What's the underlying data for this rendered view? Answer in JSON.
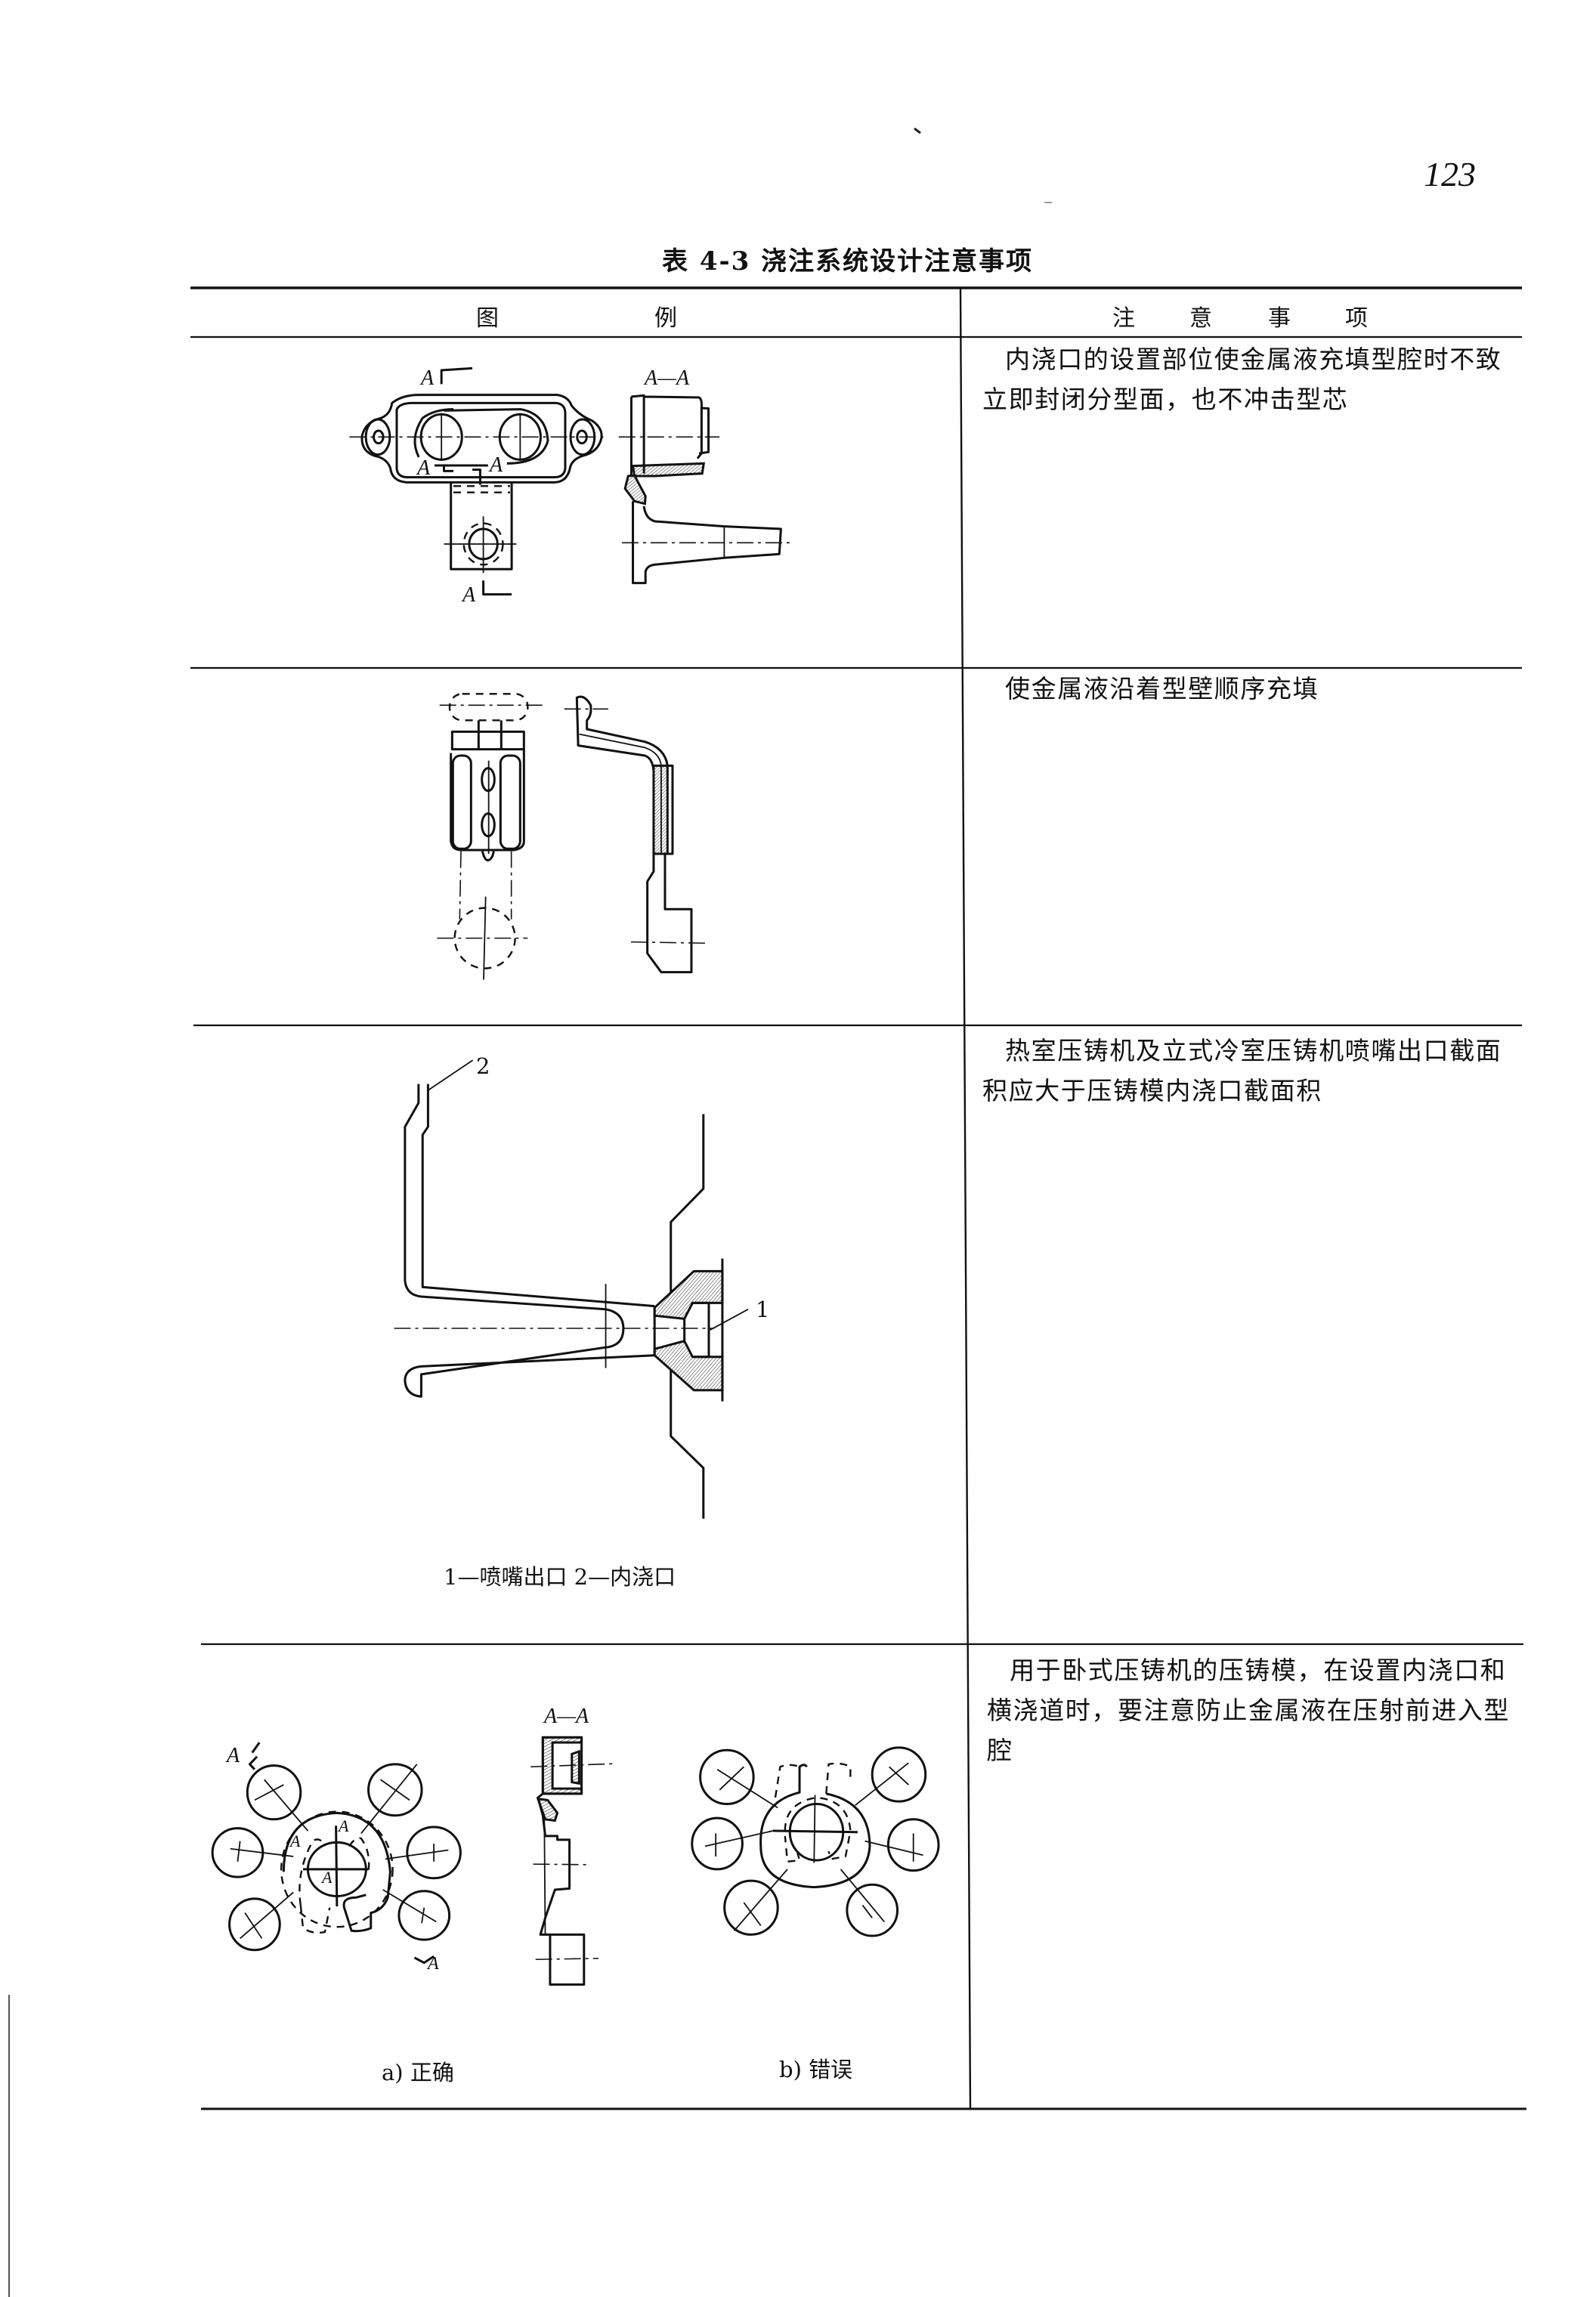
{
  "page_number": "123",
  "table_title": "表 4-3    浇注系统设计注意事项",
  "header": {
    "col1": [
      "图",
      "例"
    ],
    "col2": [
      "注",
      "意",
      "事",
      "项"
    ]
  },
  "rows": [
    {
      "note_lines": [
        "内浇口的设置部位使金属液充填型腔时不致",
        "立即封闭分型面，也不冲击型芯"
      ],
      "figure_labels": {
        "mark_top": "A",
        "mark_bottom": "A",
        "mark_inner_left": "A",
        "mark_inner_right": "A",
        "section_title": "A—A"
      }
    },
    {
      "note_lines": [
        "使金属液沿着型壁顺序充填"
      ]
    },
    {
      "note_lines": [
        "热室压铸机及立式冷室压铸机喷嘴出口截面",
        "积应大于压铸模内浇口截面积"
      ],
      "figure_labels": {
        "leader_1": "1",
        "leader_2": "2"
      },
      "caption": "1—喷嘴出口   2—内浇口"
    },
    {
      "note_lines": [
        "用于卧式压铸机的压铸模，在设置内浇口和",
        "横浇道时，要注意防止金属液在压射前进入型",
        "腔"
      ],
      "figure_labels": {
        "mark_top": "A",
        "mark_bottom": "A",
        "mark_inner_1": "A",
        "mark_inner_2": "A",
        "mark_inner_3": "A",
        "section_title": "A—A"
      },
      "captions": [
        "a) 正确",
        "b) 错误"
      ]
    }
  ]
}
